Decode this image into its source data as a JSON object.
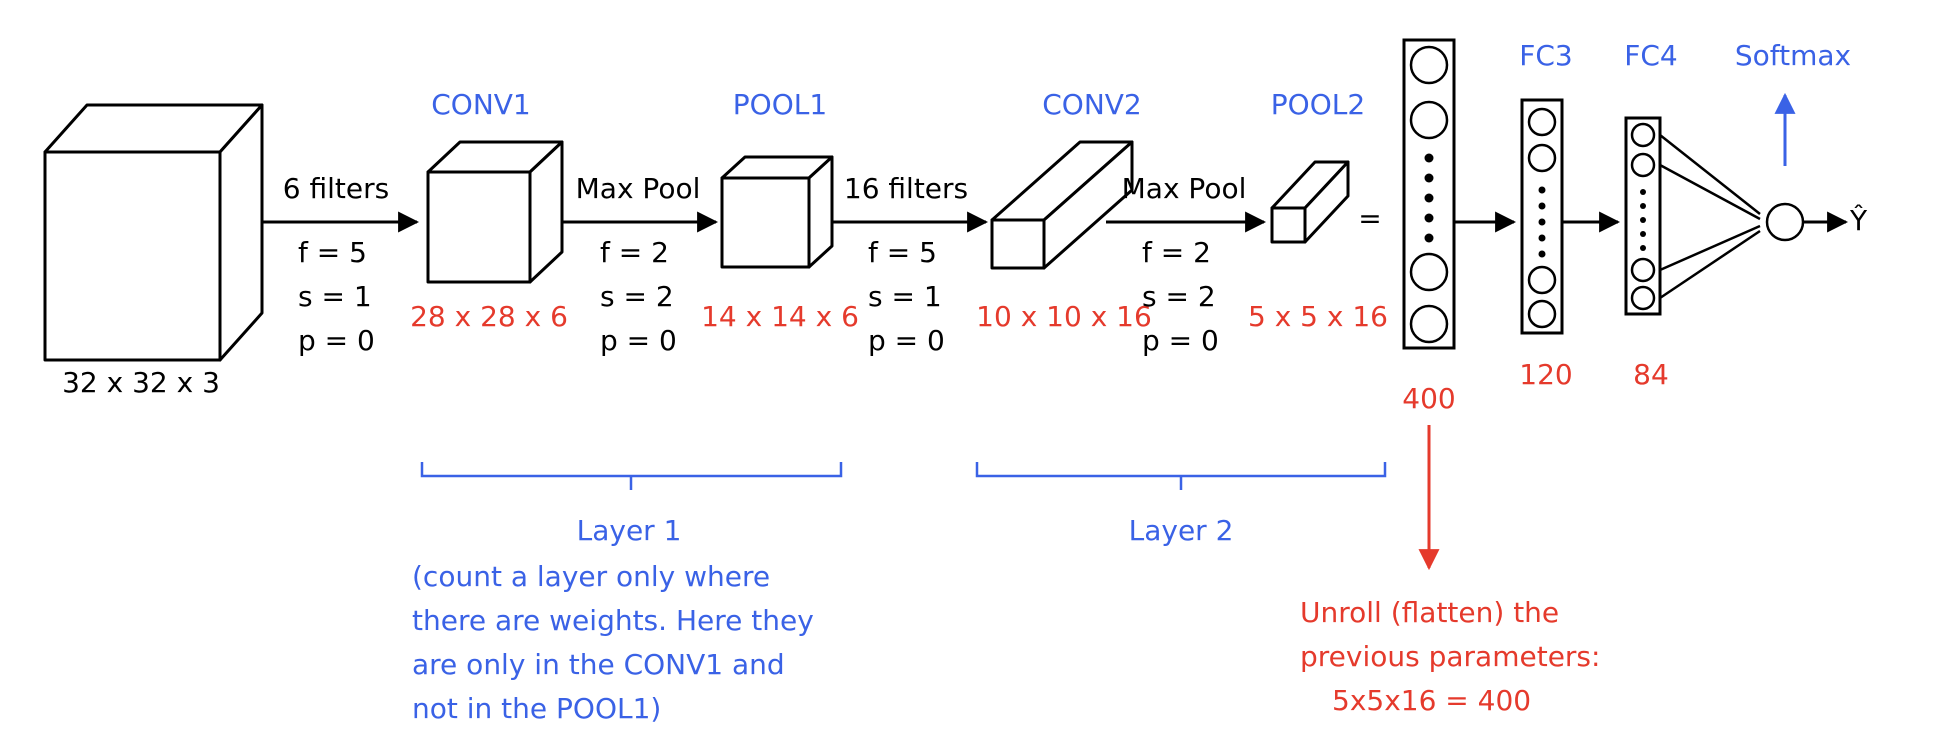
{
  "input": {
    "dims": "32 x 32 x 3"
  },
  "conv1": {
    "title": "CONV1",
    "dims": "28 x 28 x 6"
  },
  "pool1": {
    "title": "POOL1",
    "dims": "14 x 14 x 6"
  },
  "conv2": {
    "title": "CONV2",
    "dims": "10 x 10 x 16"
  },
  "pool2": {
    "title": "POOL2",
    "dims": "5 x 5 x 16"
  },
  "flatten": {
    "equals": "=",
    "size": "400"
  },
  "fc3": {
    "title": "FC3",
    "size": "120"
  },
  "fc4": {
    "title": "FC4",
    "size": "84"
  },
  "softmax": {
    "title": "Softmax"
  },
  "output": {
    "label": "Ŷ"
  },
  "op1": {
    "label": "6 filters",
    "f": "f = 5",
    "s": "s = 1",
    "p": "p = 0"
  },
  "op2": {
    "label": "Max Pool",
    "f": "f = 2",
    "s": "s = 2",
    "p": "p = 0"
  },
  "op3": {
    "label": "16 filters",
    "f": "f = 5",
    "s": "s = 1",
    "p": "p = 0"
  },
  "op4": {
    "label": "Max Pool",
    "f": "f = 2",
    "s": "s = 2",
    "p": "p = 0"
  },
  "layer1": {
    "title": "Layer 1",
    "note": [
      "(count a layer only where",
      "there are weights. Here they",
      "are only in the CONV1 and",
      "not in the POOL1)"
    ]
  },
  "layer2": {
    "title": "Layer 2"
  },
  "unroll": {
    "lines": [
      "Unroll (flatten) the",
      "previous parameters:",
      "5x5x16 = 400"
    ]
  },
  "colors": {
    "blue": "#3a62e6",
    "red": "#e53a2c",
    "black": "#000000"
  }
}
